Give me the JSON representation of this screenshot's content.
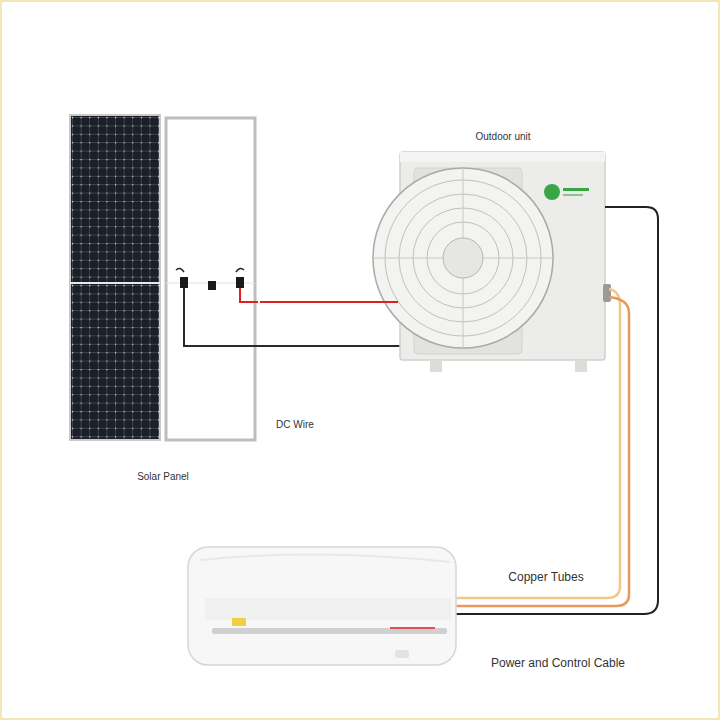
{
  "diagram": {
    "nodes": [
      {
        "text": [
          "Solar Panel"
        ]
      },
      {
        "text": [
          "Outdoor unit"
        ]
      }
    ],
    "edges": [
      {
        "from": 0,
        "to": 1,
        "arrow": "none"
      }
    ],
    "labels": [
      "DC Wire",
      "Copper Tubes",
      "Power and Control Cable"
    ]
  }
}
